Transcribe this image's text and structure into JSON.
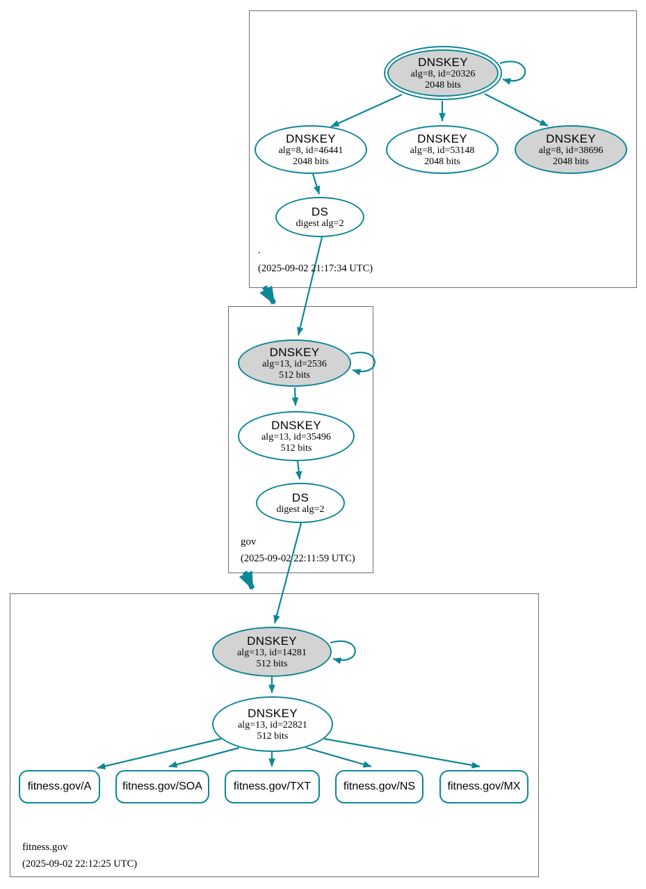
{
  "diagram_type": "dnssec-authentication-chain",
  "colors": {
    "edge_teal": "#0d8698",
    "ksk_fill_gray": "#d3d3d3",
    "node_fill_white": "#ffffff",
    "zone_box_border": "#6e6e6e",
    "text": "#000000"
  },
  "zones": [
    {
      "name": ".",
      "timestamp": "(2025-09-02 21:17:34 UTC)",
      "nodes": {
        "ksk": {
          "title": "DNSKEY",
          "detail": "alg=8, id=20326",
          "bits": "2048 bits"
        },
        "zsk1": {
          "title": "DNSKEY",
          "detail": "alg=8, id=46441",
          "bits": "2048 bits"
        },
        "zsk2": {
          "title": "DNSKEY",
          "detail": "alg=8, id=53148",
          "bits": "2048 bits"
        },
        "ksk2": {
          "title": "DNSKEY",
          "detail": "alg=8, id=38696",
          "bits": "2048 bits"
        },
        "ds": {
          "title": "DS",
          "detail": "digest alg=2"
        }
      }
    },
    {
      "name": "gov",
      "timestamp": "(2025-09-02 22:11:59 UTC)",
      "nodes": {
        "ksk": {
          "title": "DNSKEY",
          "detail": "alg=13, id=2536",
          "bits": "512 bits"
        },
        "zsk": {
          "title": "DNSKEY",
          "detail": "alg=13, id=35496",
          "bits": "512 bits"
        },
        "ds": {
          "title": "DS",
          "detail": "digest alg=2"
        }
      }
    },
    {
      "name": "fitness.gov",
      "timestamp": "(2025-09-02 22:12:25 UTC)",
      "nodes": {
        "ksk": {
          "title": "DNSKEY",
          "detail": "alg=13, id=14281",
          "bits": "512 bits"
        },
        "zsk": {
          "title": "DNSKEY",
          "detail": "alg=13, id=22821",
          "bits": "512 bits"
        }
      },
      "rrsets": [
        "fitness.gov/A",
        "fitness.gov/SOA",
        "fitness.gov/TXT",
        "fitness.gov/NS",
        "fitness.gov/MX"
      ]
    }
  ]
}
